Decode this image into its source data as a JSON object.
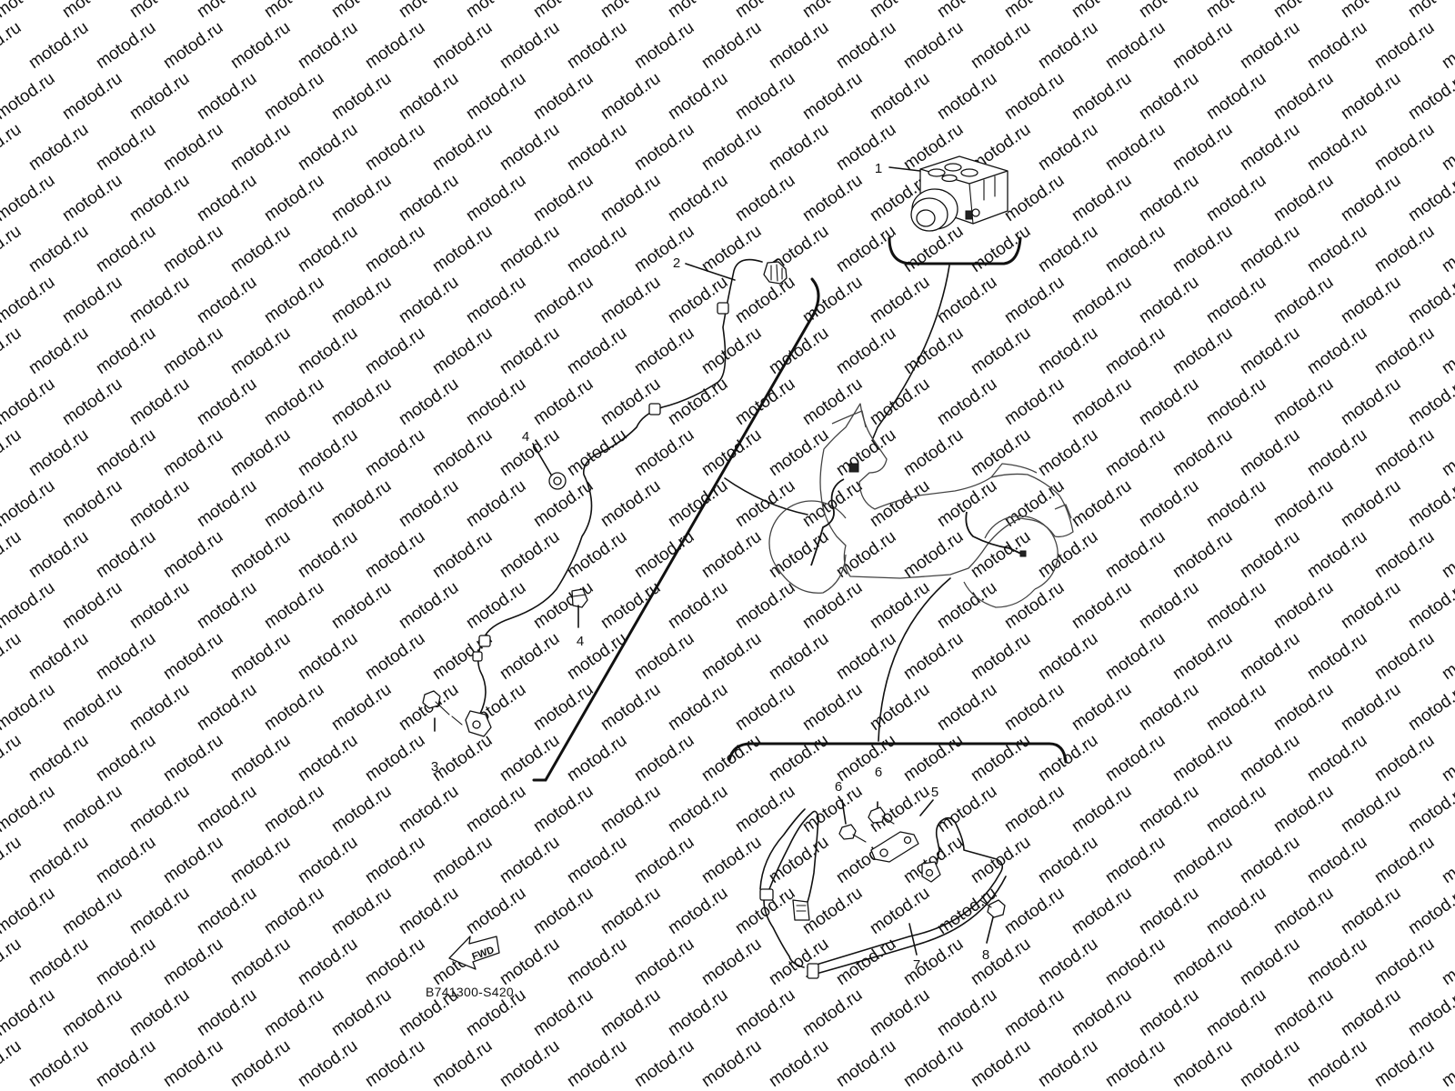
{
  "diagram": {
    "part_code": "B741300-S420",
    "fwd_label": "FWD",
    "watermark": "motod.ru",
    "callouts": [
      {
        "id": "c1",
        "label": "1"
      },
      {
        "id": "c2",
        "label": "2"
      },
      {
        "id": "c3",
        "label": "3"
      },
      {
        "id": "c4a",
        "label": "4"
      },
      {
        "id": "c4b",
        "label": "4"
      },
      {
        "id": "c5",
        "label": "5"
      },
      {
        "id": "c6a",
        "label": "6"
      },
      {
        "id": "c6b",
        "label": "6"
      },
      {
        "id": "c7",
        "label": "7"
      },
      {
        "id": "c8",
        "label": "8"
      }
    ]
  }
}
